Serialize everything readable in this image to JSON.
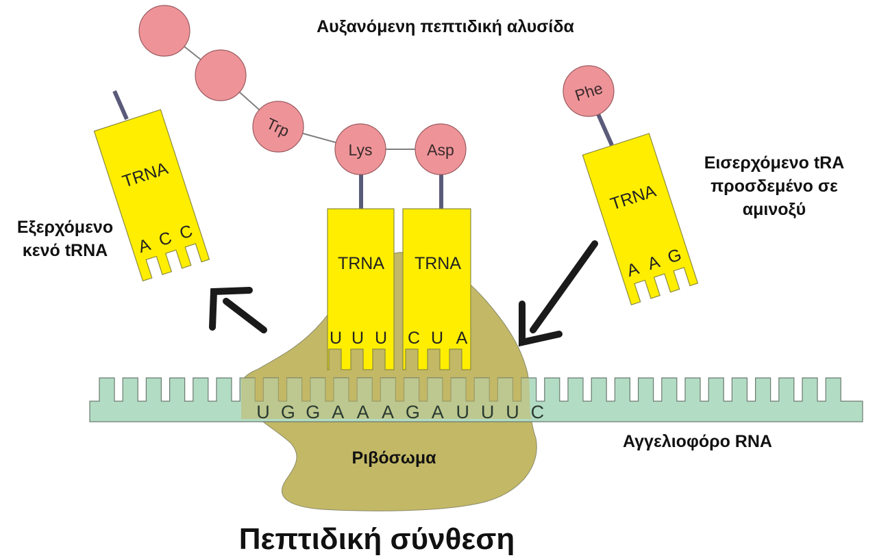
{
  "title": "Πεπτιδική σύνθεση",
  "labels": {
    "growing_chain": "Αυξανόμενη πεπτιδική αλυσίδα",
    "exiting_trna_line1": "Εξερχόμενο",
    "exiting_trna_line2": "κενό tRNA",
    "incoming_trna_line1": "Εισερχόμενο tRA",
    "incoming_trna_line2": "προσδεμένο σε",
    "incoming_trna_line3": "αμινοξύ",
    "mrna": "Αγγελιοφόρο RNA",
    "ribosome": "Ριβόσωμα"
  },
  "amino_acids": {
    "trp": "Trp",
    "lys": "Lys",
    "asp": "Asp",
    "phe": "Phe"
  },
  "trnas": {
    "exiting": {
      "label": "TRNA",
      "anticodon": [
        "A",
        "C",
        "C"
      ]
    },
    "site_p": {
      "label": "TRNA",
      "anticodon": [
        "U",
        "U",
        "U"
      ]
    },
    "site_a": {
      "label": "TRNA",
      "anticodon": [
        "C",
        "U",
        "A"
      ]
    },
    "incoming": {
      "label": "TRNA",
      "anticodon": [
        "A",
        "A",
        "G"
      ]
    }
  },
  "mrna_sequence": [
    "U",
    "G",
    "G",
    "A",
    "A",
    "A",
    "G",
    "A",
    "U",
    "U",
    "U",
    "C"
  ],
  "colors": {
    "trna": "#ffee00",
    "amino_acid": "#ee9499",
    "ribosome": "#c3b866",
    "mrna": "#b3dcc4",
    "stem": "#5a5a7a",
    "arrow": "#1a1a1a"
  }
}
